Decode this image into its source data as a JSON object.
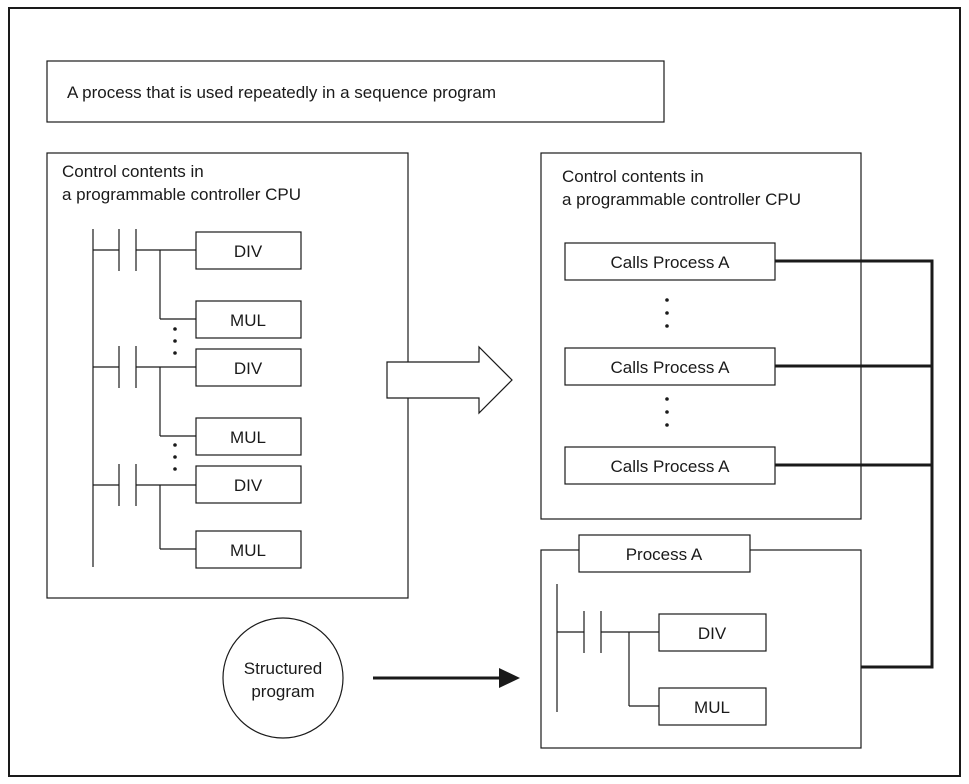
{
  "banner": {
    "text": "A process that is used repeatedly in a sequence program"
  },
  "left_panel": {
    "title_line1": "Control contents in",
    "title_line2": "a programmable controller CPU",
    "instructions": [
      "DIV",
      "MUL",
      "DIV",
      "MUL",
      "DIV",
      "MUL"
    ]
  },
  "right_panel": {
    "title_line1": "Control contents in",
    "title_line2": "a programmable controller CPU",
    "calls": [
      "Calls Process A",
      "Calls Process A",
      "Calls Process A"
    ]
  },
  "process_panel": {
    "title": "Process A",
    "instructions": [
      "DIV",
      "MUL"
    ]
  },
  "structured_program": {
    "line1": "Structured",
    "line2": "program"
  }
}
